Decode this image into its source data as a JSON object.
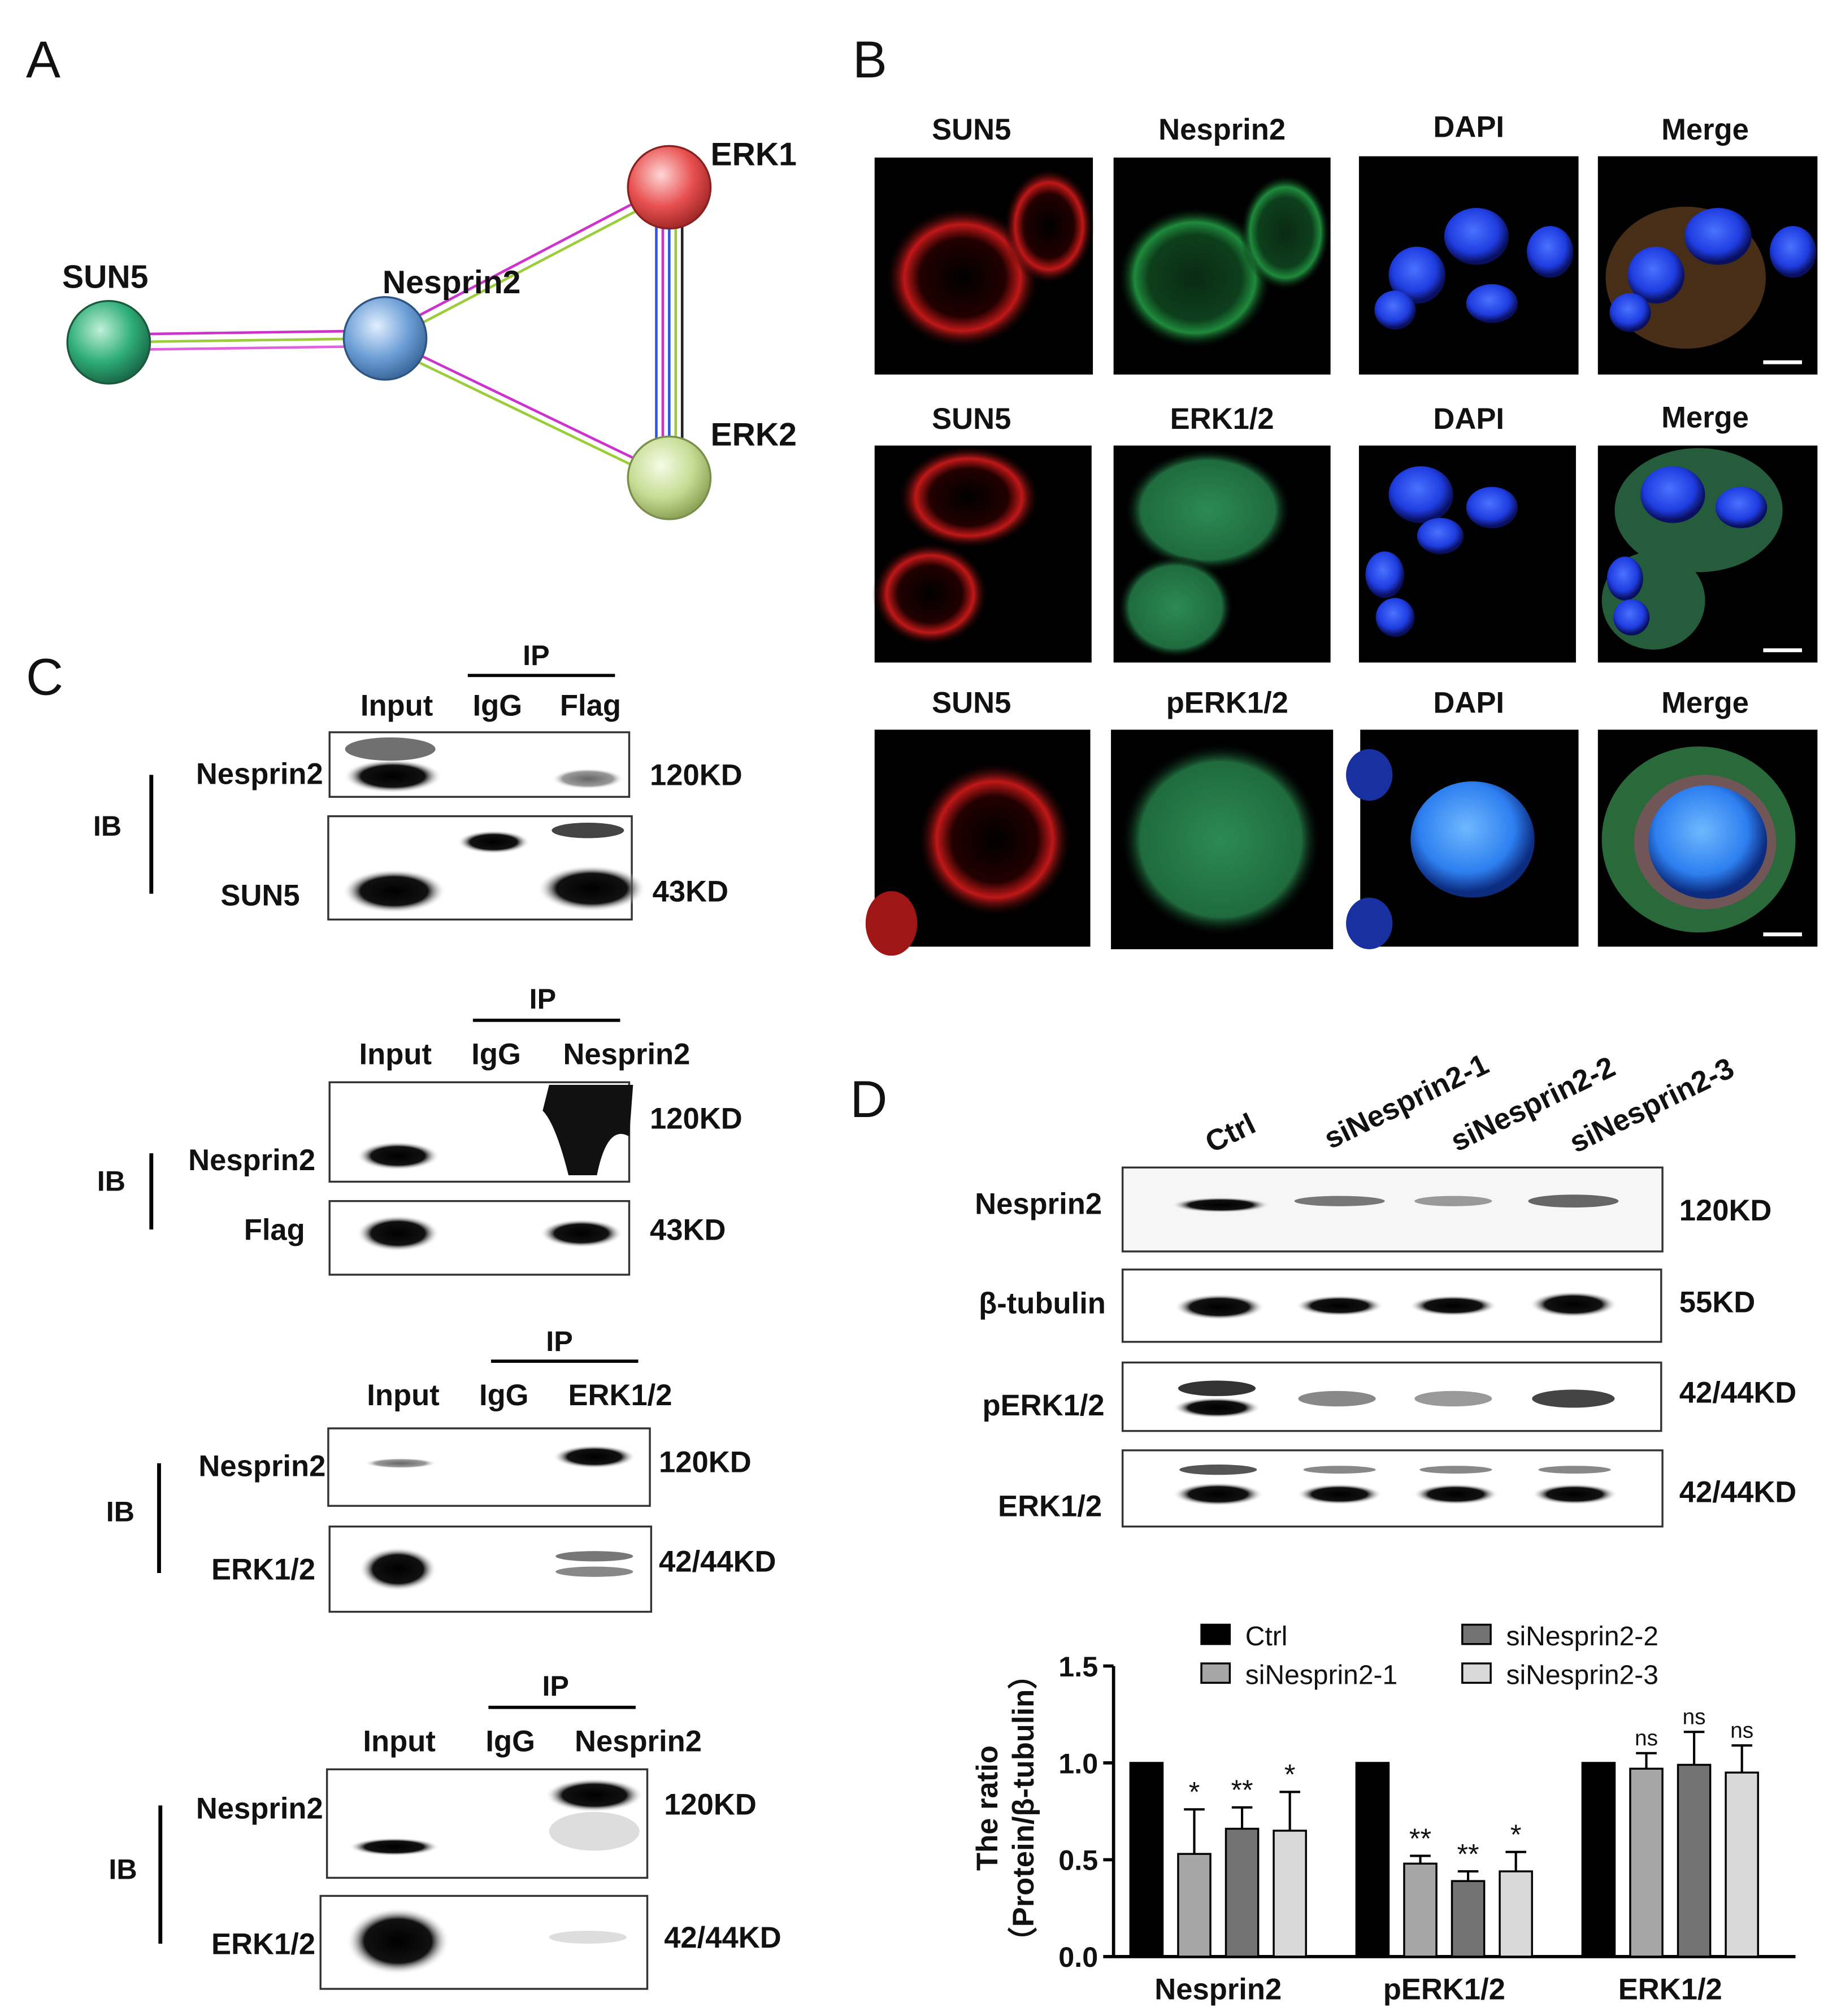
{
  "panel_A": {
    "letter": "A",
    "nodes": [
      {
        "name": "SUN5",
        "color": "#2fae78"
      },
      {
        "name": "Nesprin2",
        "color": "#6d9fd6"
      },
      {
        "name": "ERK1",
        "color": "#e85050"
      },
      {
        "name": "ERK2",
        "color": "#c6dd94"
      }
    ]
  },
  "panel_B": {
    "letter": "B",
    "rows": [
      {
        "labels": [
          "SUN5",
          "Nesprin2",
          "DAPI",
          "Merge"
        ]
      },
      {
        "labels": [
          "SUN5",
          "ERK1/2",
          "DAPI",
          "Merge"
        ]
      },
      {
        "labels": [
          "SUN5",
          "pERK1/2",
          "DAPI",
          "Merge"
        ]
      }
    ]
  },
  "panel_C": {
    "letter": "C",
    "ib_label": "IB",
    "ip_label": "IP",
    "blots": [
      {
        "lanes": [
          "Input",
          "IgG",
          "Flag"
        ],
        "bands": [
          "Nesprin2",
          "SUN5"
        ],
        "sizes": [
          "120KD",
          "43KD"
        ]
      },
      {
        "lanes": [
          "Input",
          "IgG",
          "Nesprin2"
        ],
        "bands": [
          "Nesprin2",
          "Flag"
        ],
        "sizes": [
          "120KD",
          "43KD"
        ]
      },
      {
        "lanes": [
          "Input",
          "IgG",
          "ERK1/2"
        ],
        "bands": [
          "Nesprin2",
          "ERK1/2"
        ],
        "sizes": [
          "120KD",
          "42/44KD"
        ]
      },
      {
        "lanes": [
          "Input",
          "IgG",
          "Nesprin2"
        ],
        "bands": [
          "Nesprin2",
          "ERK1/2"
        ],
        "sizes": [
          "120KD",
          "42/44KD"
        ]
      }
    ]
  },
  "panel_D": {
    "letter": "D",
    "lanes": [
      "Ctrl",
      "siNesprin2-1",
      "siNesprin2-2",
      "siNesprin2-3"
    ],
    "bands": [
      {
        "name": "Nesprin2",
        "size": "120KD"
      },
      {
        "name": "β-tubulin",
        "size": "55KD"
      },
      {
        "name": "pERK1/2",
        "size": "42/44KD"
      },
      {
        "name": "ERK1/2",
        "size": "42/44KD"
      }
    ]
  },
  "chart_data": {
    "type": "bar",
    "ylabel_line1": "The ratio",
    "ylabel_line2": "（Protein/β-tubulin）",
    "ylim": [
      0,
      1.5
    ],
    "yticks": [
      "0.0",
      "0.5",
      "1.0",
      "1.5"
    ],
    "categories": [
      "Nesprin2",
      "pERK1/2",
      "ERK1/2"
    ],
    "legend_position": "top",
    "series": [
      {
        "name": "Ctrl",
        "color": "#000000",
        "values": [
          1.0,
          1.0,
          1.0
        ],
        "errors": [
          0,
          0,
          0
        ],
        "sig": [
          "",
          "",
          ""
        ]
      },
      {
        "name": "siNesprin2-1",
        "color": "#a6a6a6",
        "values": [
          0.53,
          0.48,
          0.97
        ],
        "errors": [
          0.23,
          0.04,
          0.08
        ],
        "sig": [
          "*",
          "**",
          "ns"
        ]
      },
      {
        "name": "siNesprin2-2",
        "color": "#737373",
        "values": [
          0.66,
          0.39,
          0.99
        ],
        "errors": [
          0.11,
          0.05,
          0.17
        ],
        "sig": [
          "**",
          "**",
          "ns"
        ]
      },
      {
        "name": "siNesprin2-3",
        "color": "#d9d9d9",
        "values": [
          0.65,
          0.44,
          0.95
        ],
        "errors": [
          0.2,
          0.1,
          0.14
        ],
        "sig": [
          "*",
          "*",
          "ns"
        ]
      }
    ]
  }
}
